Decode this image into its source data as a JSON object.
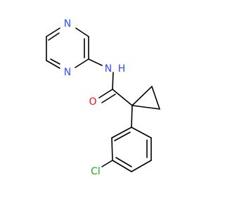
{
  "molecule": {
    "atoms": {
      "pyrazine_n_top": "N",
      "pyrazine_n_bottom": "N",
      "amide_nh": "N",
      "amide_h": "H",
      "amide_o": "O",
      "chlorine": "Cl"
    }
  },
  "colors": {
    "bond": "#000000",
    "nitrogen": "#3050F8",
    "oxygen": "#FF0D0D",
    "chlorine": "#1FAA1F"
  }
}
